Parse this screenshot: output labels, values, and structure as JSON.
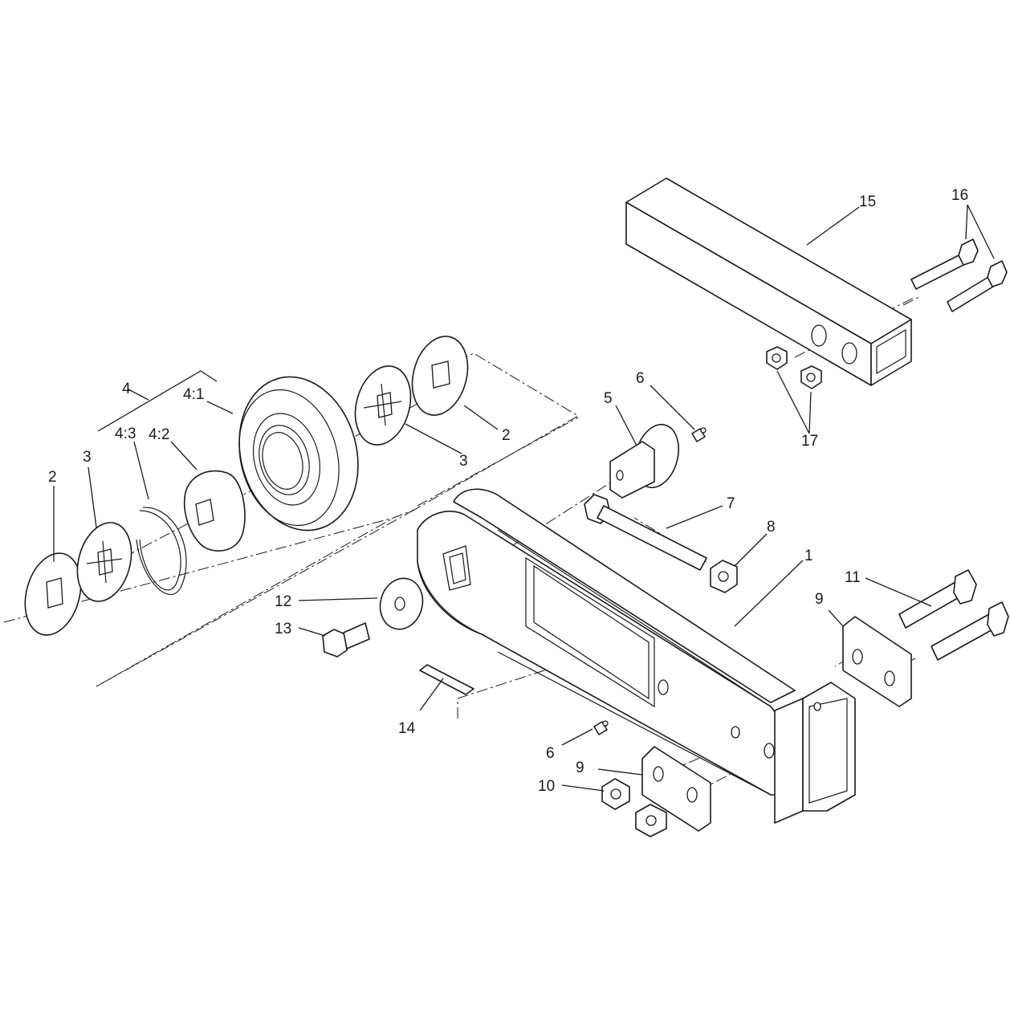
{
  "callouts": {
    "c1": "1",
    "c2a": "2",
    "c2b": "2",
    "c3a": "3",
    "c3b": "3",
    "c4": "4",
    "c4_1": "4:1",
    "c4_2": "4:2",
    "c4_3": "4:3",
    "c5": "5",
    "c6a": "6",
    "c6b": "6",
    "c7": "7",
    "c8": "8",
    "c9a": "9",
    "c9b": "9",
    "c10": "10",
    "c11": "11",
    "c12": "12",
    "c13": "13",
    "c14": "14",
    "c15": "15",
    "c16": "16",
    "c17": "17"
  },
  "colors": {
    "line": "#1a1a1a",
    "background": "#ffffff"
  }
}
